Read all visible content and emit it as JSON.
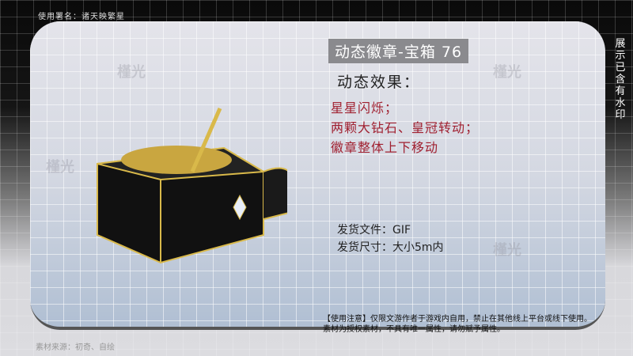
{
  "user_label": "使用署名：诸天映繁星",
  "title": "动态徽章-宝箱 76",
  "subtitle": "动态效果：",
  "effects": [
    "星星闪烁；",
    "两颗大钻石、皇冠转动；",
    "徽章整体上下移动"
  ],
  "ship_file": "发货文件：GIF",
  "ship_size": "发货尺寸：大小5m内",
  "notice": [
    "【使用注意】仅限文游作者于游戏内自用，禁止在其他线上平台或线下使用。",
    "素材为授权素材，不具有唯一属性，请勿赋予属性。"
  ],
  "side_label": "展示已含有水印",
  "source": "素材来源：初奇、自绘",
  "watermark": "槿光"
}
